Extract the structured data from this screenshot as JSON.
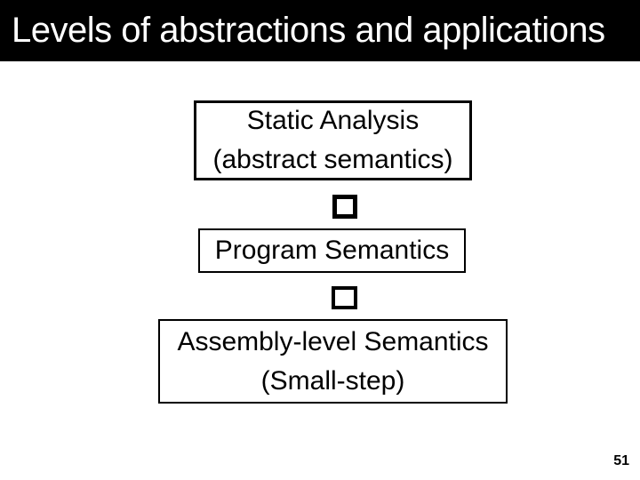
{
  "slide": {
    "title": "Levels of abstractions and applications",
    "page_number": "51",
    "colors": {
      "title_bar_bg": "#000000",
      "title_text": "#ffffff",
      "slide_bg": "#ffffff",
      "box_border": "#000000",
      "box_text": "#000000"
    },
    "diagram": {
      "boxes": [
        {
          "id": "static-analysis",
          "lines": [
            "Static Analysis",
            "(abstract semantics)"
          ]
        },
        {
          "id": "program-semantics",
          "lines": [
            "Program Semantics"
          ]
        },
        {
          "id": "assembly-level-semantics",
          "lines": [
            "Assembly-level Semantics",
            "(Small-step)"
          ]
        }
      ],
      "connector_note": "hollow square (unrendered arrow glyph) between each box"
    }
  }
}
